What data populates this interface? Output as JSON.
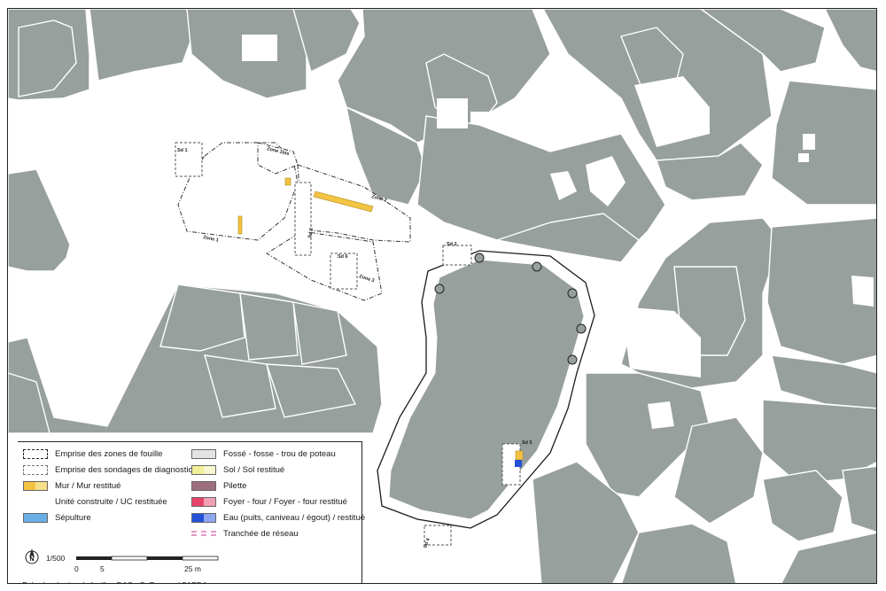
{
  "map_labels": {
    "zone1": "Zone 1",
    "zone1bis": "Zone 1bis",
    "zone2": "Zone 2",
    "zone3": "Zone 3",
    "sd1": "Sd 1",
    "sd2": "Sd 2",
    "sd3": "Sd 3",
    "sd4": "Sd 4",
    "sd5": "Sd 5",
    "sd6": "Sd 6"
  },
  "legend": {
    "items": [
      {
        "label": "Emprise des zones de fouille",
        "symbol": "dash-dot-outline"
      },
      {
        "label": "Emprise des sondages de diagnostic",
        "symbol": "dashed-outline"
      },
      {
        "label": "Mur / Mur restitué",
        "symbol": "swatch-pair",
        "colors": [
          "#f3c343",
          "#f8df8a"
        ]
      },
      {
        "label": "Unité construite / UC restituée",
        "symbol": "swatch-pair",
        "colors": [
          "#ffffff",
          "#ffffff"
        ]
      },
      {
        "label": "Sépulture",
        "symbol": "swatch",
        "colors": [
          "#6aaee8"
        ]
      },
      {
        "label": "Fossé - fosse - trou de poteau",
        "symbol": "swatch",
        "colors": [
          "#e3e3e3"
        ]
      },
      {
        "label": "Sol / Sol restitué",
        "symbol": "swatch-pair",
        "colors": [
          "#f2ef9a",
          "#f8f6cf"
        ]
      },
      {
        "label": "Pilette",
        "symbol": "swatch",
        "colors": [
          "#9d6f7e"
        ]
      },
      {
        "label": "Foyer - four / Foyer - four restitué",
        "symbol": "swatch-pair",
        "colors": [
          "#e8436a",
          "#f1a0b3"
        ]
      },
      {
        "label": "Eau (puits, caniveau / égout) / restitué",
        "symbol": "swatch-pair",
        "colors": [
          "#2450d8",
          "#8ea6ee"
        ]
      },
      {
        "label": "Tranchée de réseau",
        "symbol": "pink-dash",
        "colors": [
          "#e79ac8"
        ]
      }
    ],
    "scale": {
      "ratio": "1/500",
      "ticks": [
        "0",
        "5",
        "25 m"
      ]
    },
    "north_icon": "north-arrow-icon",
    "credits": "Relevés : équipe de fouille ; DAO : G. Rocque / SAPDA"
  },
  "colors": {
    "building": "#97a09c",
    "wall": "#f3c343",
    "frame": "#222222"
  }
}
